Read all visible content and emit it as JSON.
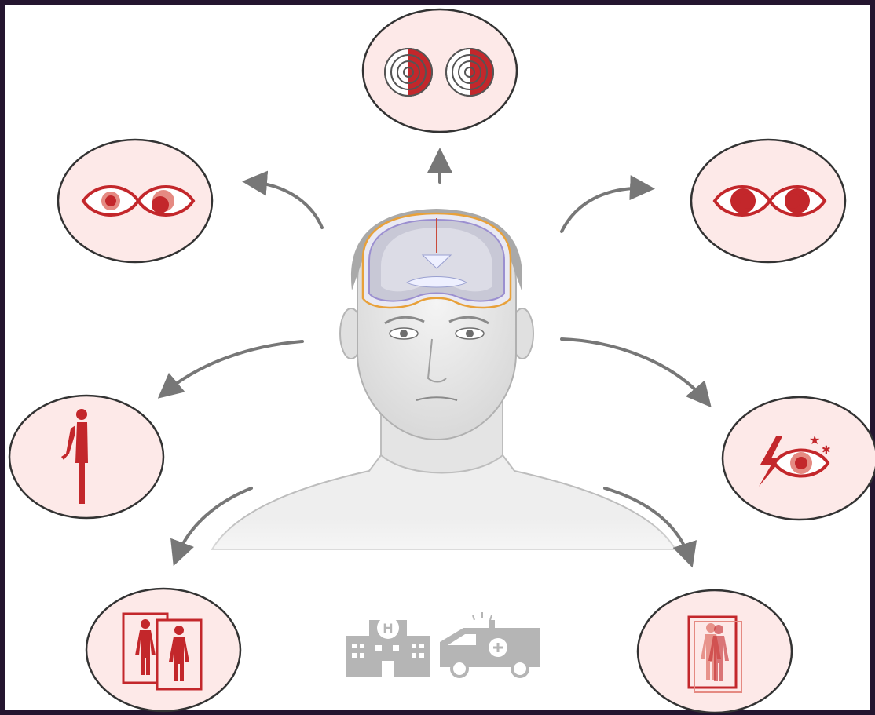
{
  "diagram": {
    "center_figure": "head-with-brain-section",
    "symptoms": [
      {
        "id": "visual-field-loss",
        "icon": "visual-field-icon"
      },
      {
        "id": "pupil-asymmetry-left",
        "icon": "eyes-icon"
      },
      {
        "id": "pupil-asymmetry-right",
        "icon": "eyes-icon"
      },
      {
        "id": "hemiparesis",
        "icon": "half-body-icon"
      },
      {
        "id": "photophobia",
        "icon": "eye-lightning-icon"
      },
      {
        "id": "diplopia",
        "icon": "double-body-icon"
      },
      {
        "id": "blurred-double-vision",
        "icon": "overlapping-body-icon"
      }
    ],
    "care_icons": [
      "hospital-icon",
      "ambulance-icon"
    ],
    "colors": {
      "accent": "#c3272b",
      "accent_light": "#e58a82",
      "bubble_fill": "#fde9e8",
      "outline": "#3a3a3a",
      "arrow": "#777777",
      "background": "#ffffff",
      "frame": "#24152f"
    }
  }
}
